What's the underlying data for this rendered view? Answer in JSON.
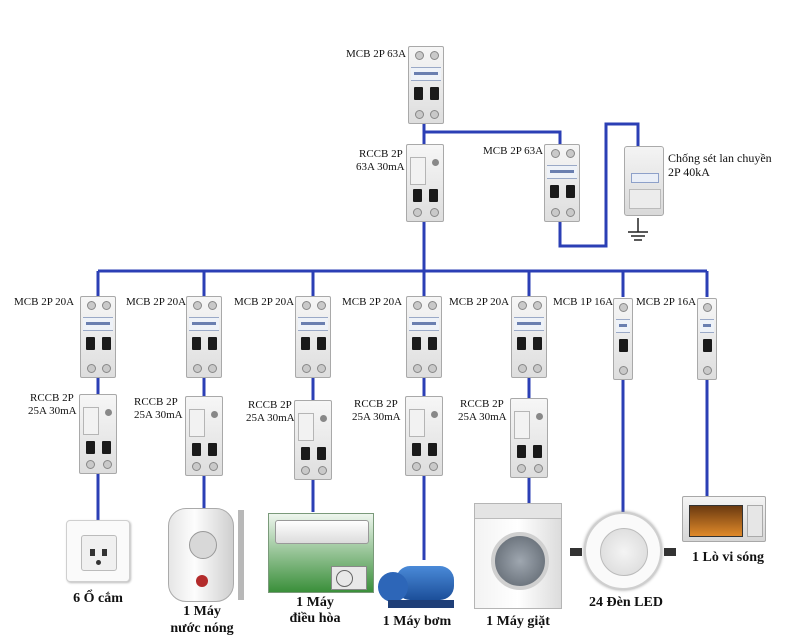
{
  "main": {
    "label": "MCB 2P 63A",
    "rccb_label_1": "RCCB 2P",
    "rccb_label_2": "63A 30mA"
  },
  "spd_branch": {
    "mcb_label": "MCB 2P 63A",
    "spd_label_1": "Chống sét lan chuyền",
    "spd_label_2": "2P 40kA"
  },
  "branches": [
    {
      "mcb": "MCB 2P 20A",
      "rccb_1": "RCCB 2P",
      "rccb_2": "25A 30mA",
      "device_1": "6 Ổ cắm",
      "device_2": ""
    },
    {
      "mcb": "MCB 2P 20A",
      "rccb_1": "RCCB 2P",
      "rccb_2": "25A 30mA",
      "device_1": "1 Máy",
      "device_2": "nước nóng"
    },
    {
      "mcb": "MCB 2P 20A",
      "rccb_1": "RCCB 2P",
      "rccb_2": "25A 30mA",
      "device_1": "1 Máy",
      "device_2": "điều hòa"
    },
    {
      "mcb": "MCB 2P 20A",
      "rccb_1": "RCCB 2P",
      "rccb_2": "25A 30mA",
      "device_1": "1 Máy bơm",
      "device_2": ""
    },
    {
      "mcb": "MCB 2P 20A",
      "rccb_1": "RCCB 2P",
      "rccb_2": "25A 30mA",
      "device_1": "1 Máy giặt",
      "device_2": ""
    },
    {
      "mcb": "MCB 1P 16A",
      "device_1": "24 Đèn LED"
    },
    {
      "mcb": "MCB 2P 16A",
      "device_1": "1 Lò vi sóng"
    }
  ],
  "colors": {
    "wire": "#2b3fb5",
    "device_metal": "#c8c8c8"
  }
}
